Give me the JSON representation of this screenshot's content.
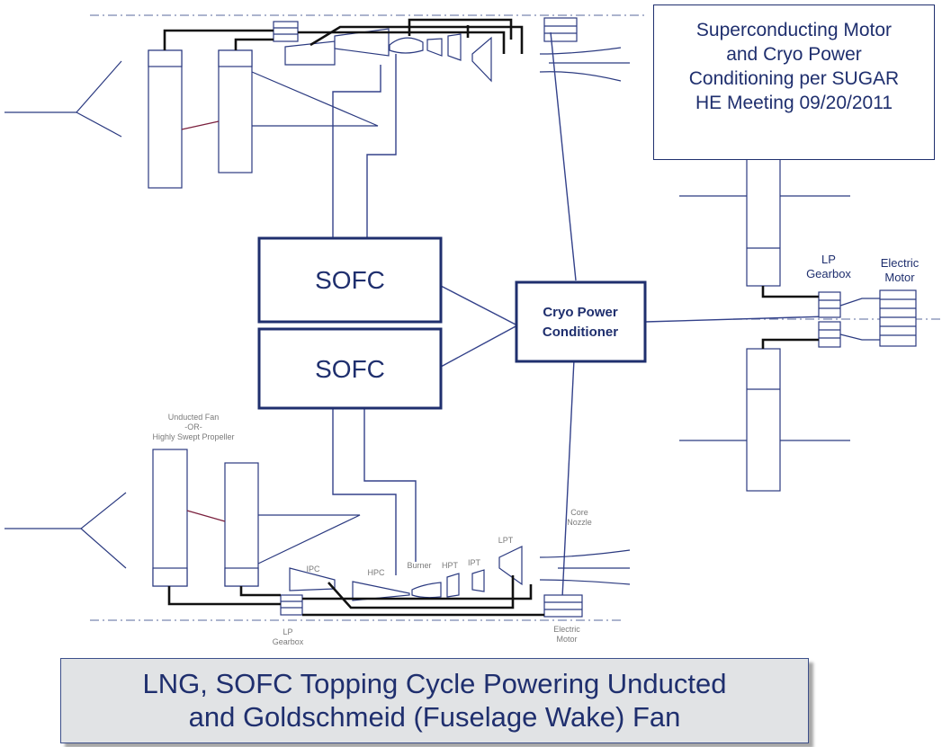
{
  "note": {
    "lines": [
      "Superconducting Motor",
      "and Cryo Power",
      "Conditioning per SUGAR",
      "HE Meeting 09/20/2011"
    ]
  },
  "sofc_top_label": "SOFC",
  "sofc_bottom_label": "SOFC",
  "conditioner": {
    "line1": "Cryo Power",
    "line2": "Conditioner"
  },
  "right_engine": {
    "lp_gearbox": [
      "LP",
      "Gearbox"
    ],
    "electric_motor": [
      "Electric",
      "Motor"
    ]
  },
  "bottom_engine": {
    "fan_label": [
      "Unducted Fan",
      "-OR-",
      "Highly Swept Propeller"
    ],
    "ipc": "IPC",
    "hpc": "HPC",
    "burner": "Burner",
    "hpt": "HPT",
    "ipt": "IPT",
    "lpt": "LPT",
    "core_nozzle": [
      "Core",
      "Nozzle"
    ],
    "lp_gearbox": [
      "LP",
      "Gearbox"
    ],
    "electric_motor": [
      "Electric",
      "Motor"
    ]
  },
  "caption": {
    "lines": [
      "LNG, SOFC Topping Cycle Powering Unducted",
      "and Goldschmeid (Fuselage Wake) Fan"
    ]
  },
  "colors": {
    "navy": "#1f2f6e",
    "line": "#33418a",
    "caption_bg": "#e1e3e5",
    "maroon": "#7a1f3d"
  }
}
